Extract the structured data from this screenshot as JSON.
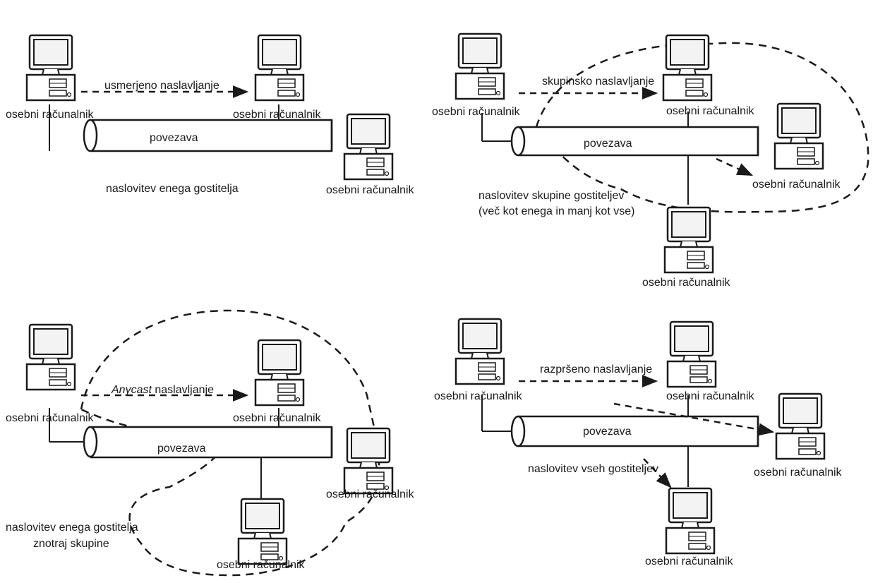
{
  "diagrams": {
    "unicast": {
      "host_label": "osebni računalnik",
      "arrow_label": "usmerjeno naslavljanje",
      "link_label": "povezava",
      "caption": "naslovitev enega gostitelja"
    },
    "multicast": {
      "host_label": "osebni računalnik",
      "arrow_label": "skupinsko naslavljanje",
      "link_label": "povezava",
      "caption_line1": "naslovitev skupine gostiteljev",
      "caption_line2": "(več kot enega in manj kot vse)"
    },
    "anycast": {
      "host_label": "osebni računalnik",
      "arrow_label_italic": "Anycast",
      "arrow_label_rest": " naslavljanje",
      "link_label": "povezava",
      "caption_line1": "naslovitev enega gostitelja",
      "caption_line2": "znotraj skupine"
    },
    "broadcast": {
      "host_label": "osebni računalnik",
      "arrow_label": "razpršeno naslavljanje",
      "link_label": "povezava",
      "caption": "naslovitev vseh gostiteljev"
    }
  },
  "icons": [
    "desktop-computer-icon",
    "network-link-cylinder-icon"
  ],
  "colors": {
    "ink": "#1a1a1a",
    "screen": "#f3f3f3",
    "paper": "#ffffff"
  }
}
